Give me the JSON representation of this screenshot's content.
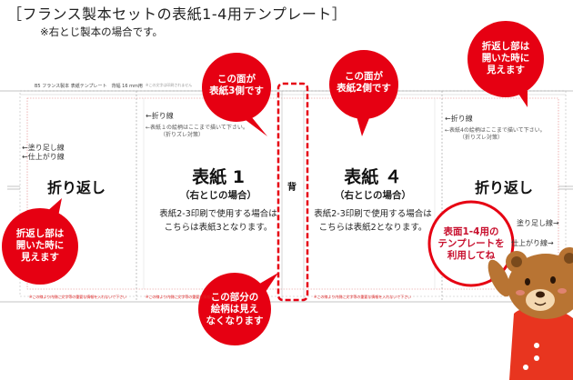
{
  "page": {
    "title": "［フランス製本セットの表紙1-4用テンプレート］",
    "note": "※右とじ製本の場合です。"
  },
  "template": {
    "header": "B5 フランス製本 表紙テンプレート　背幅 16 mm用",
    "header_sub": "※この文字は印刷されません",
    "fold_line": "←折り線",
    "bleed_line_left": "←塗り足し線",
    "trim_line_left": "←仕上がり線",
    "bleed_line_right": "塗り足し線→",
    "trim_line_right": "仕上がり線→",
    "design_note_line1": "←表紙１の絵柄はここまで描いて下さい。",
    "design_note_line2": "（折りズレ対策）",
    "design_note4_line1": "←表紙4の絵柄はここまで描いて下さい。",
    "design_note4_line2": "（折りズレ対策）",
    "fold_back_left": "折り返し",
    "fold_back_right": "折り返し",
    "cover1_title": "表紙 1",
    "cover1_sub": "（右とじの場合）",
    "cover1_body_line1": "表紙2-3印刷で使用する場合は",
    "cover1_body_line2": "こちらは表紙3となります。",
    "cover4_title": "表紙 ４",
    "cover4_sub": "（右とじの場合）",
    "cover4_body_line1": "表紙2-3印刷で使用する場合は",
    "cover4_body_line2": "こちらは表紙2となります。",
    "spine_label": "背",
    "footer_left": "※この線より内側に文字等の重要な情報を入れないで下さい",
    "footer_mid": "※この線より内側に文字等の重要な情報を入れないで下さい",
    "footer_right": "※この線より内側に文字等の重要な情報を入れないで下さい"
  },
  "bubbles": {
    "cover3_side": [
      "この面が",
      "表紙3側です"
    ],
    "cover2_side": [
      "この面が",
      "表紙2側です"
    ],
    "fold_right": [
      "折返し部は",
      "開いた時に",
      "見えます"
    ],
    "fold_left": [
      "折返し部は",
      "開いた時に",
      "見えます"
    ],
    "spine_hidden": [
      "この部分の",
      "絵柄は見え",
      "なくなります"
    ],
    "bear_speech": [
      "表面1-4用の",
      "テンプレートを",
      "利用してね"
    ]
  },
  "colors": {
    "accent_red": "#e60012",
    "trim_line": "#e08080",
    "bear_fur": "#b87433",
    "bear_dress": "#e8351f"
  }
}
